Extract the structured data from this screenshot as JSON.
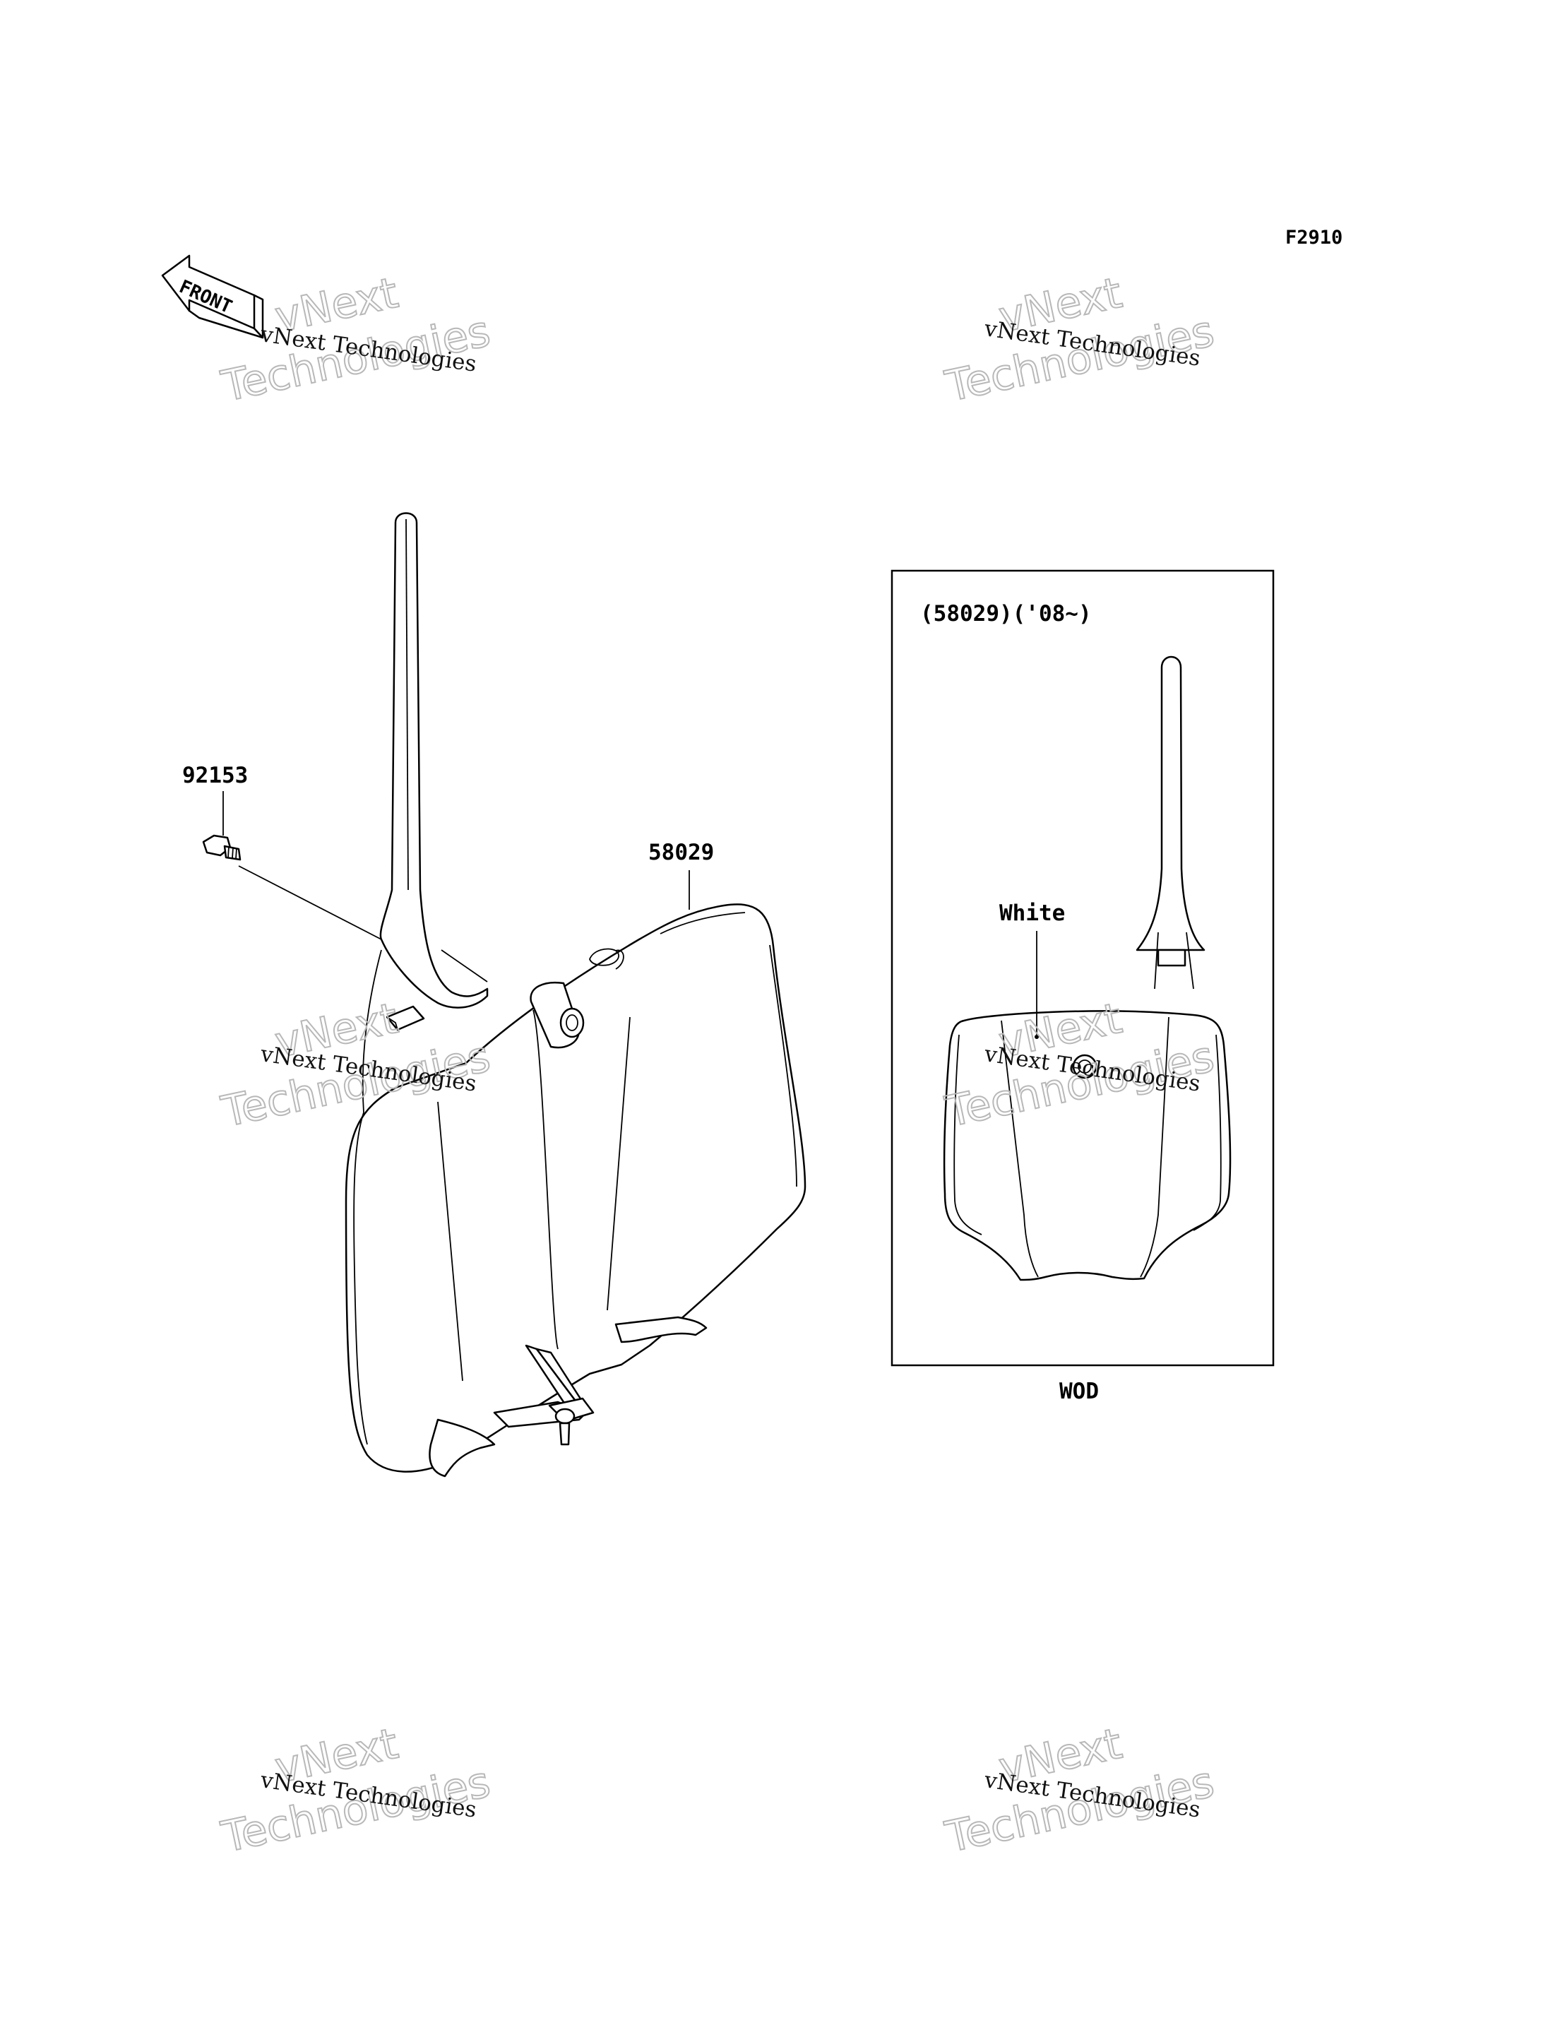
{
  "diagram": {
    "figure_code": "F2910",
    "front_arrow_label": "FRONT",
    "parts": [
      {
        "number": "92153"
      },
      {
        "number": "58029"
      }
    ],
    "inset": {
      "title": "(58029)('08~)",
      "color_label": "White",
      "caption": "WOD"
    }
  },
  "watermarks": {
    "small_text": "vNext Technologies",
    "big_line1": "vNext",
    "big_line2": "Technologies"
  }
}
